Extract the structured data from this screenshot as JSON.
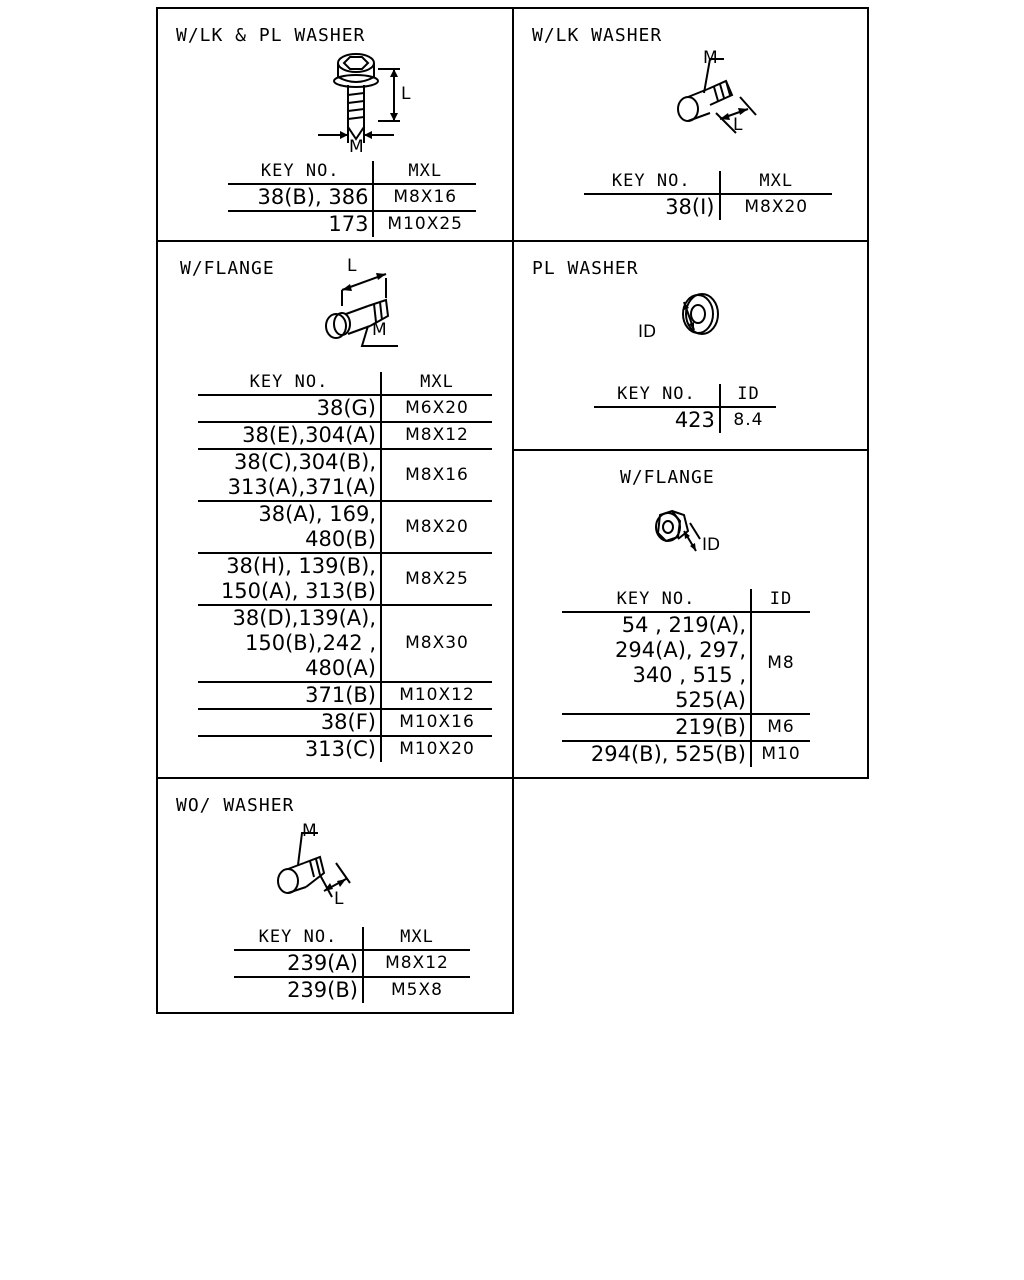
{
  "panels": {
    "lk_pl": {
      "title": "W/LK & PL WASHER",
      "dims": [
        "L",
        "M"
      ],
      "headers": [
        "KEY NO.",
        "MXL"
      ],
      "rows": [
        {
          "key": "38(B), 386",
          "value": "M8X16"
        },
        {
          "key": "173",
          "value": "M10X25"
        }
      ]
    },
    "lk": {
      "title": "W/LK WASHER",
      "dims": [
        "M",
        "L"
      ],
      "headers": [
        "KEY NO.",
        "MXL"
      ],
      "rows": [
        {
          "key": "38(I)",
          "value": "M8X20"
        }
      ]
    },
    "flange": {
      "title": "W/FLANGE",
      "dims": [
        "L",
        "M"
      ],
      "headers": [
        "KEY NO.",
        "MXL"
      ],
      "rows": [
        {
          "key": "38(G)",
          "value": "M6X20"
        },
        {
          "key": "38(E),304(A)",
          "value": "M8X12"
        },
        {
          "key": "38(C),304(B),\n313(A),371(A)",
          "value": "M8X16"
        },
        {
          "key": "38(A), 169,\n480(B)",
          "value": "M8X20"
        },
        {
          "key": "38(H), 139(B),\n150(A), 313(B)",
          "value": "M8X25"
        },
        {
          "key": "38(D),139(A),\n150(B),242 ,\n480(A)",
          "value": "M8X30"
        },
        {
          "key": "371(B)",
          "value": "M10X12"
        },
        {
          "key": "38(F)",
          "value": "M10X16"
        },
        {
          "key": "313(C)",
          "value": "M10X20"
        }
      ]
    },
    "pl": {
      "title": "PL WASHER",
      "dims": [
        "ID"
      ],
      "headers": [
        "KEY NO.",
        "ID"
      ],
      "rows": [
        {
          "key": "423",
          "value": "8.4"
        }
      ]
    },
    "nut_flange": {
      "title": "W/FLANGE",
      "dims": [
        "ID"
      ],
      "headers": [
        "KEY NO.",
        "ID"
      ],
      "rows": [
        {
          "key": "54 , 219(A),\n294(A), 297,\n340 , 515 ,\n525(A)",
          "value": "M8"
        },
        {
          "key": "219(B)",
          "value": "M6"
        },
        {
          "key": "294(B), 525(B)",
          "value": "M10"
        }
      ]
    },
    "wo": {
      "title": "WO/ WASHER",
      "dims": [
        "M",
        "L"
      ],
      "headers": [
        "KEY NO.",
        "MXL"
      ],
      "rows": [
        {
          "key": "239(A)",
          "value": "M8X12"
        },
        {
          "key": "239(B)",
          "value": "M5X8"
        }
      ]
    }
  }
}
